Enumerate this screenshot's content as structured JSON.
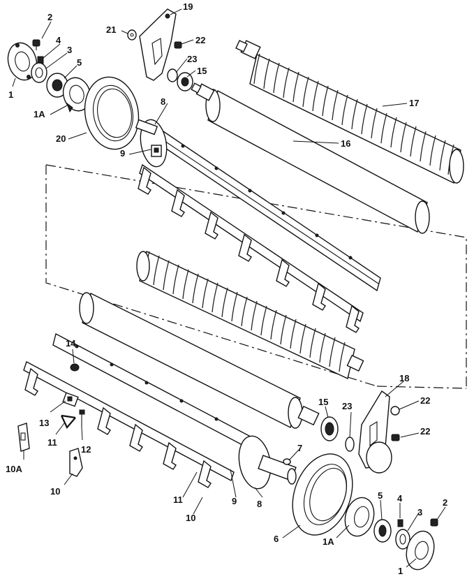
{
  "figure": {
    "callouts": {
      "c1_top": "1",
      "c1a_top": "1A",
      "c2_top": "2",
      "c3_top": "3",
      "c4_top": "4",
      "c5_top": "5",
      "c8_top": "8",
      "c9_top": "9",
      "c15_top": "15",
      "c16": "16",
      "c17": "17",
      "c19": "19",
      "c20": "20",
      "c21": "21",
      "c22_top": "22",
      "c23_top": "23",
      "c14": "14",
      "c13": "13",
      "c11_left": "11",
      "c12": "12",
      "c10a": "10A",
      "c10_left": "10",
      "c11_bot": "11",
      "c10_bot": "10",
      "c9_bot": "9",
      "c8_bot": "8",
      "c7": "7",
      "c15_bot": "15",
      "c23_bot": "23",
      "c18": "18",
      "c22_bot_a": "22",
      "c22_bot_b": "22",
      "c6": "6",
      "c1a_bot": "1A",
      "c5_bot": "5",
      "c4_bot": "4",
      "c3_bot": "3",
      "c2_bot": "2",
      "c1_bot": "1"
    }
  }
}
